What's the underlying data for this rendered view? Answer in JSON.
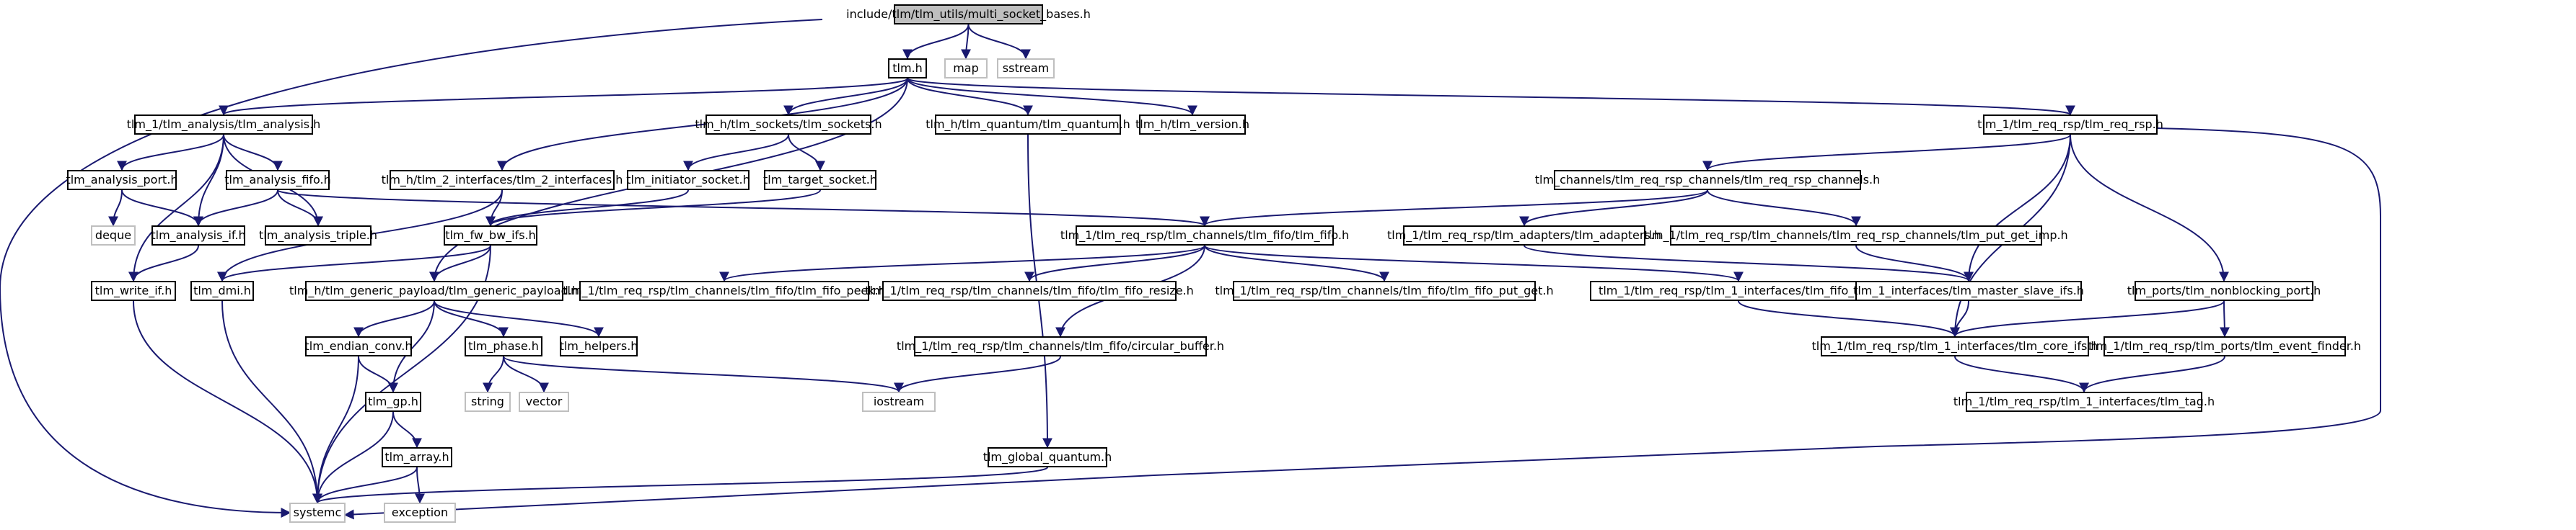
{
  "nodes": [
    {
      "id": "root",
      "label": "include/tlm/tlm_utils/multi_socket_bases.h",
      "kind": "root"
    },
    {
      "id": "tlm",
      "label": "tlm.h"
    },
    {
      "id": "map",
      "label": "map",
      "kind": "ext"
    },
    {
      "id": "sstream",
      "label": "sstream",
      "kind": "ext"
    },
    {
      "id": "analysis",
      "label": "tlm_1/tlm_analysis/tlm_analysis.h"
    },
    {
      "id": "sockets",
      "label": "tlm_h/tlm_sockets/tlm_sockets.h"
    },
    {
      "id": "quantum",
      "label": "tlm_h/tlm_quantum/tlm_quantum.h"
    },
    {
      "id": "version",
      "label": "tlm_h/tlm_version.h"
    },
    {
      "id": "reqrsp",
      "label": "tlm_1/tlm_req_rsp/tlm_req_rsp.h"
    },
    {
      "id": "port",
      "label": "tlm_analysis_port.h"
    },
    {
      "id": "afifo",
      "label": "tlm_analysis_fifo.h"
    },
    {
      "id": "if2",
      "label": "tlm_h/tlm_2_interfaces/tlm_2_interfaces.h"
    },
    {
      "id": "initiator",
      "label": "tlm_initiator_socket.h"
    },
    {
      "id": "target",
      "label": "tlm_target_socket.h"
    },
    {
      "id": "channels",
      "label": "tlm_channels/tlm_req_rsp_channels/tlm_req_rsp_channels.h"
    },
    {
      "id": "deque",
      "label": "deque",
      "kind": "ext"
    },
    {
      "id": "aif",
      "label": "tlm_analysis_if.h"
    },
    {
      "id": "triple",
      "label": "tlm_analysis_triple.h"
    },
    {
      "id": "fwbw",
      "label": "tlm_fw_bw_ifs.h"
    },
    {
      "id": "fifo",
      "label": "tlm_1/tlm_req_rsp/tlm_channels/tlm_fifo/tlm_fifo.h"
    },
    {
      "id": "adapters",
      "label": "tlm_1/tlm_req_rsp/tlm_adapters/tlm_adapters.h"
    },
    {
      "id": "putget",
      "label": "tlm_1/tlm_req_rsp/tlm_channels/tlm_req_rsp_channels/tlm_put_get_imp.h"
    },
    {
      "id": "writeif",
      "label": "tlm_write_if.h"
    },
    {
      "id": "dmi",
      "label": "tlm_dmi.h"
    },
    {
      "id": "gp",
      "label": "tlm_h/tlm_generic_payload/tlm_generic_payload.h"
    },
    {
      "id": "peek",
      "label": "tlm_1/tlm_req_rsp/tlm_channels/tlm_fifo/tlm_fifo_peek.h"
    },
    {
      "id": "resize",
      "label": "tlm_1/tlm_req_rsp/tlm_channels/tlm_fifo/tlm_fifo_resize.h"
    },
    {
      "id": "fput",
      "label": "tlm_1/tlm_req_rsp/tlm_channels/tlm_fifo/tlm_fifo_put_get.h"
    },
    {
      "id": "fifoifs",
      "label": "tlm_1/tlm_req_rsp/tlm_1_interfaces/tlm_fifo_ifs.h"
    },
    {
      "id": "ms",
      "label": "tlm_1_interfaces/tlm_master_slave_ifs.h"
    },
    {
      "id": "nbport",
      "label": "tlm_ports/tlm_nonblocking_port.h"
    },
    {
      "id": "endian",
      "label": "tlm_endian_conv.h"
    },
    {
      "id": "phase",
      "label": "tlm_phase.h"
    },
    {
      "id": "helpers",
      "label": "tlm_helpers.h"
    },
    {
      "id": "circ",
      "label": "tlm_1/tlm_req_rsp/tlm_channels/tlm_fifo/circular_buffer.h"
    },
    {
      "id": "core",
      "label": "tlm_1/tlm_req_rsp/tlm_1_interfaces/tlm_core_ifs.h"
    },
    {
      "id": "evfinder",
      "label": "tlm_1/tlm_req_rsp/tlm_ports/tlm_event_finder.h"
    },
    {
      "id": "tgp",
      "label": "tlm_gp.h"
    },
    {
      "id": "string",
      "label": "string",
      "kind": "ext"
    },
    {
      "id": "vector",
      "label": "vector",
      "kind": "ext"
    },
    {
      "id": "iostream",
      "label": "iostream",
      "kind": "ext"
    },
    {
      "id": "tag",
      "label": "tlm_1/tlm_req_rsp/tlm_1_interfaces/tlm_tag.h"
    },
    {
      "id": "arr",
      "label": "tlm_array.h"
    },
    {
      "id": "gq",
      "label": "tlm_global_quantum.h"
    },
    {
      "id": "systemc",
      "label": "systemc",
      "kind": "ext"
    },
    {
      "id": "exception",
      "label": "exception",
      "kind": "ext"
    }
  ],
  "edges": [
    [
      "root",
      "tlm"
    ],
    [
      "root",
      "map"
    ],
    [
      "root",
      "sstream"
    ],
    [
      "root",
      "systemc"
    ],
    [
      "tlm",
      "analysis"
    ],
    [
      "tlm",
      "if2"
    ],
    [
      "tlm",
      "sockets"
    ],
    [
      "tlm",
      "quantum"
    ],
    [
      "tlm",
      "version"
    ],
    [
      "tlm",
      "reqrsp"
    ],
    [
      "tlm",
      "gp"
    ],
    [
      "analysis",
      "port"
    ],
    [
      "analysis",
      "afifo"
    ],
    [
      "analysis",
      "aif"
    ],
    [
      "analysis",
      "triple"
    ],
    [
      "analysis",
      "writeif"
    ],
    [
      "port",
      "deque"
    ],
    [
      "port",
      "aif"
    ],
    [
      "afifo",
      "aif"
    ],
    [
      "afifo",
      "triple"
    ],
    [
      "afifo",
      "fifo"
    ],
    [
      "aif",
      "writeif"
    ],
    [
      "if2",
      "fwbw"
    ],
    [
      "if2",
      "dmi"
    ],
    [
      "sockets",
      "initiator"
    ],
    [
      "sockets",
      "target"
    ],
    [
      "initiator",
      "fwbw"
    ],
    [
      "target",
      "fwbw"
    ],
    [
      "fwbw",
      "dmi"
    ],
    [
      "fwbw",
      "gp"
    ],
    [
      "fwbw",
      "systemc"
    ],
    [
      "quantum",
      "gq"
    ],
    [
      "reqrsp",
      "channels"
    ],
    [
      "reqrsp",
      "ms"
    ],
    [
      "reqrsp",
      "core"
    ],
    [
      "reqrsp",
      "nbport"
    ],
    [
      "reqrsp",
      "systemc"
    ],
    [
      "channels",
      "fifo"
    ],
    [
      "channels",
      "adapters"
    ],
    [
      "channels",
      "putget"
    ],
    [
      "adapters",
      "ms"
    ],
    [
      "putget",
      "ms"
    ],
    [
      "fifo",
      "peek"
    ],
    [
      "fifo",
      "resize"
    ],
    [
      "fifo",
      "fput"
    ],
    [
      "fifo",
      "fifoifs"
    ],
    [
      "fifo",
      "circ"
    ],
    [
      "fifoifs",
      "core"
    ],
    [
      "ms",
      "core"
    ],
    [
      "nbport",
      "core"
    ],
    [
      "nbport",
      "evfinder"
    ],
    [
      "core",
      "tag"
    ],
    [
      "evfinder",
      "tag"
    ],
    [
      "circ",
      "iostream"
    ],
    [
      "gp",
      "endian"
    ],
    [
      "gp",
      "phase"
    ],
    [
      "gp",
      "helpers"
    ],
    [
      "gp",
      "tgp"
    ],
    [
      "phase",
      "string"
    ],
    [
      "phase",
      "vector"
    ],
    [
      "phase",
      "iostream"
    ],
    [
      "endian",
      "tgp"
    ],
    [
      "endian",
      "systemc"
    ],
    [
      "tgp",
      "arr"
    ],
    [
      "tgp",
      "systemc"
    ],
    [
      "arr",
      "exception"
    ],
    [
      "arr",
      "systemc"
    ],
    [
      "writeif",
      "systemc"
    ],
    [
      "dmi",
      "systemc"
    ],
    [
      "gq",
      "systemc"
    ]
  ]
}
